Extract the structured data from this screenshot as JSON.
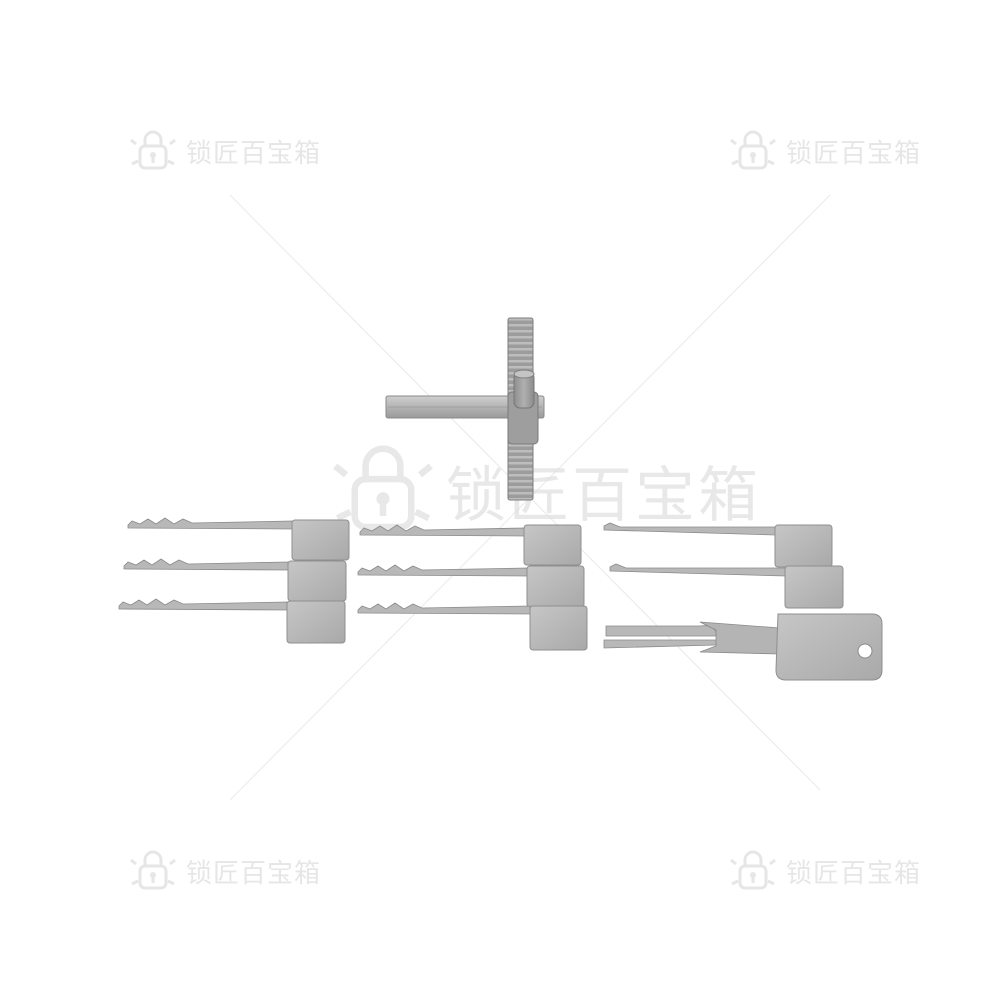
{
  "colors": {
    "background": "#ffffff",
    "steel_light": "#c8c8c8",
    "steel_mid": "#aaaaaa",
    "steel_dark": "#7a7a7a",
    "watermark": "#d2d2d2"
  },
  "watermark": {
    "icon": "padlock-logo-icon",
    "text": "锁匠百宝箱",
    "instances": [
      "top-left",
      "top-right",
      "center",
      "bottom-left",
      "bottom-right"
    ]
  },
  "photo": {
    "subject": "lock pick tool set",
    "items": [
      {
        "name": "t-shaped-tension-tool"
      },
      {
        "name": "flat-pick-left-1"
      },
      {
        "name": "flat-pick-left-2"
      },
      {
        "name": "flat-pick-left-3"
      },
      {
        "name": "flat-pick-middle-1"
      },
      {
        "name": "flat-pick-middle-2"
      },
      {
        "name": "flat-pick-middle-3"
      },
      {
        "name": "flat-pick-right-1"
      },
      {
        "name": "flat-pick-right-2"
      },
      {
        "name": "forked-tension-key"
      }
    ]
  }
}
